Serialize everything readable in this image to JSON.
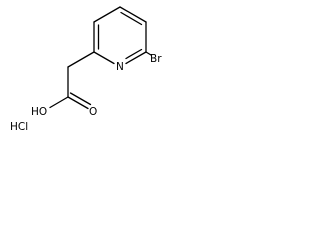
{
  "molecule": {
    "atoms": {
      "nitrogen": "N",
      "bromine": "Br",
      "carbonyl_oxygen": "O",
      "hydroxyl": "HO"
    },
    "counterion": "HCl"
  }
}
